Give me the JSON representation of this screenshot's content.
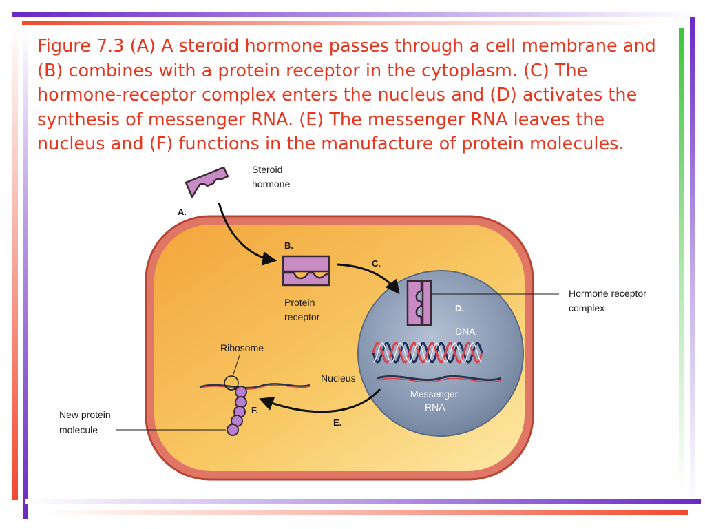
{
  "slide": {
    "caption": "Figure 7.3  (A) A steroid hormone passes through a cell membrane and (B) combines with a protein receptor in the cytoplasm. (C) The hormone-receptor complex enters the nucleus and (D) activates the synthesis of messenger RNA. (E) The messenger RNA leaves the nucleus and (F) functions in the manufacture of protein molecules.",
    "colors": {
      "accent_red": "#f2492f",
      "accent_purple": "#6a27c6",
      "accent_green": "#3ec43a",
      "caption": "#e8361e"
    }
  },
  "diagram": {
    "labels": {
      "steroid_1": "Steroid",
      "steroid_2": "hormone",
      "step_a": "A.",
      "step_b": "B.",
      "step_c": "C.",
      "step_d": "D.",
      "step_e": "E.",
      "step_f": "F.",
      "protein_1": "Protein",
      "protein_2": "receptor",
      "hrc_1": "Hormone receptor",
      "hrc_2": "complex",
      "dna": "DNA",
      "ribosome": "Ribosome",
      "nucleus": "Nucleus",
      "mrna_1": "Messenger",
      "mrna_2": "RNA",
      "newprot_1": "New protein",
      "newprot_2": "molecule"
    },
    "colors": {
      "membrane": "#d05a4b",
      "cytoplasm": "#f6b54c",
      "nucleus": "#8495b0",
      "receptor": "#c98bc3",
      "protein_bead": "#b77fcf"
    }
  }
}
